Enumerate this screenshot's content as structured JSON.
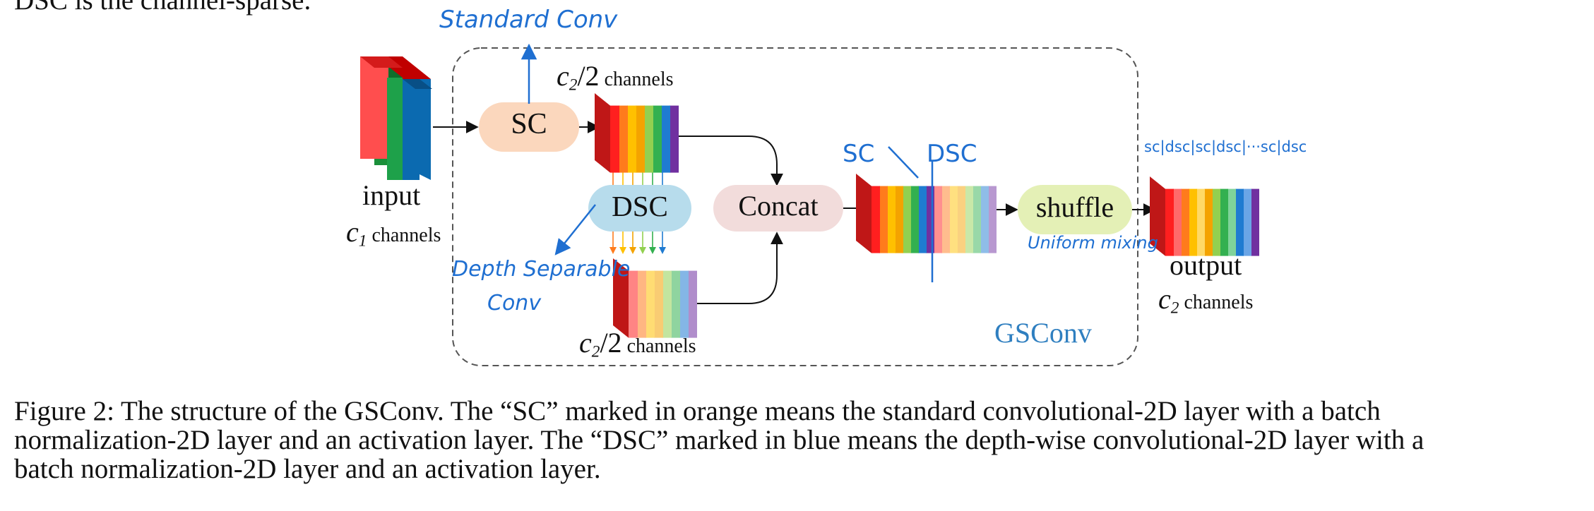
{
  "top_text": "DSC is the channel-sparse.",
  "nodes": {
    "sc": "SC",
    "dsc": "DSC",
    "concat": "Concat",
    "shuffle": "shuffle"
  },
  "labels": {
    "input": "input",
    "input_var": "c",
    "input_sub": "1",
    "input_channels": " channels",
    "top_var": "c",
    "top_sub": "2",
    "top_frac": "/2",
    "top_channels": " channels",
    "bottom_var": "c",
    "bottom_sub": "2",
    "bottom_frac": "/2",
    "bottom_channels": " channels",
    "output": "output",
    "output_var": "c",
    "output_sub": "2",
    "output_channels": " channels",
    "module": "GSConv"
  },
  "annotations": {
    "standard_conv": "Standard Conv",
    "depth_separable_1": "Depth Separable",
    "depth_separable_2": "Conv",
    "uniform_mixing": "Uniform mixing",
    "sc_mark": "SC",
    "dsc_mark": "DSC",
    "pattern": "sc|dsc|sc|dsc|···sc|dsc"
  },
  "caption": [
    "Figure 2: The structure of the GSConv. The “SC” marked in orange means the standard convolutional-2D layer with a batch",
    "normalization-2D layer and an activation layer. The “DSC” marked in blue means the depth-wise convolutional-2D layer with a",
    "batch normalization-2D layer and an activation layer."
  ],
  "colors": {
    "sc_fill": "#fbd7bd",
    "dsc_fill": "#b7dcec",
    "concat_fill": "#f2dcdb",
    "shuffle_fill": "#e4f0b6",
    "annotation_blue": "#1f6fd1",
    "module_label": "#2f7fc0",
    "rainbow": [
      "#ff1f1f",
      "#ff7b1c",
      "#ffc000",
      "#f4a300",
      "#92d050",
      "#33b050",
      "#1f7bd1",
      "#7030a0"
    ]
  }
}
